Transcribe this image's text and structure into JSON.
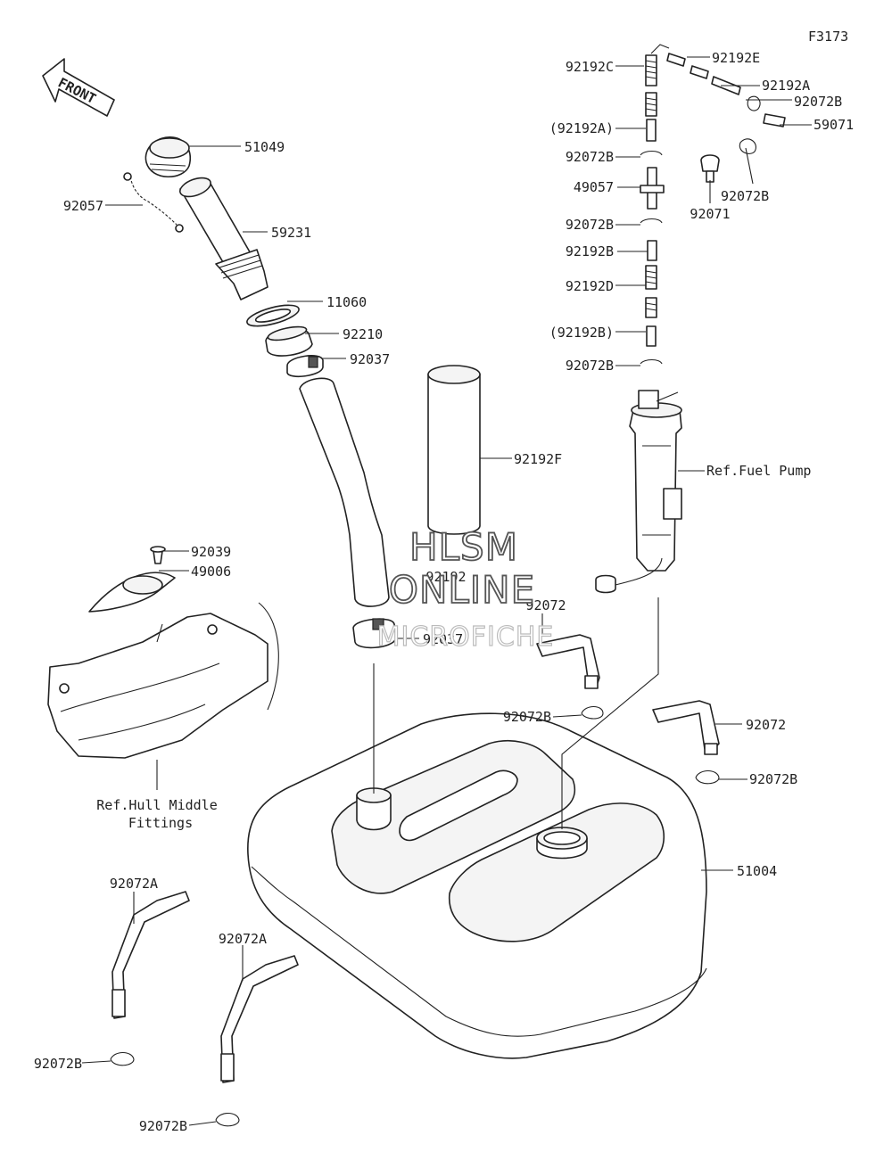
{
  "figure_id": "F3173",
  "front_label": "FRONT",
  "watermark": {
    "line1": "HLSM",
    "line2": "ONLINE",
    "line3": "MICROFICHE"
  },
  "callouts": [
    "92192C",
    "92192E",
    "92192A",
    "92072B",
    "(92192A)",
    "59071",
    "92072B",
    "92072B",
    "49057",
    "92071",
    "92072B",
    "92192B",
    "92192D",
    "(92192B)",
    "92072B",
    "Ref.Fuel Pump",
    "51049",
    "92057",
    "59231",
    "11060",
    "92210",
    "92037",
    "92192F",
    "92192",
    "92039",
    "49006",
    "92072",
    "92037",
    "92072B",
    "92072",
    "92072B",
    "Ref.Hull Middle",
    "Fittings",
    "51004",
    "92072A",
    "92072A",
    "92072B",
    "92072B"
  ],
  "colors": {
    "ink": "#222222",
    "background": "#ffffff"
  }
}
